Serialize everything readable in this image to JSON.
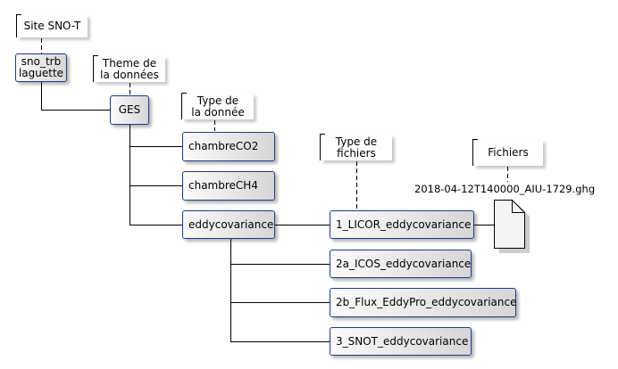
{
  "notes": {
    "site": "Site SNO-T",
    "theme": [
      "Theme de",
      "la données"
    ],
    "type_donnee": [
      "Type de",
      "la donnée"
    ],
    "type_fichiers": [
      "Type de",
      "fichiers"
    ],
    "fichiers": "Fichiers"
  },
  "nodes": {
    "site": [
      "sno_trb",
      "laguette"
    ],
    "theme": "GES",
    "types": [
      "chambreCO2",
      "chambreCH4",
      "eddycovariance"
    ],
    "file_types": [
      "1_LICOR_eddycovariance",
      "2a_ICOS_eddycovariance",
      "2b_Flux_EddyPro_eddycovariance",
      "3_SNOT_eddycovariance"
    ]
  },
  "file": {
    "name": "2018-04-12T140000_AIU-1729.ghg"
  },
  "colors": {
    "node_border": "#1a3c8c",
    "line": "#000000",
    "dashed": "#000000"
  }
}
